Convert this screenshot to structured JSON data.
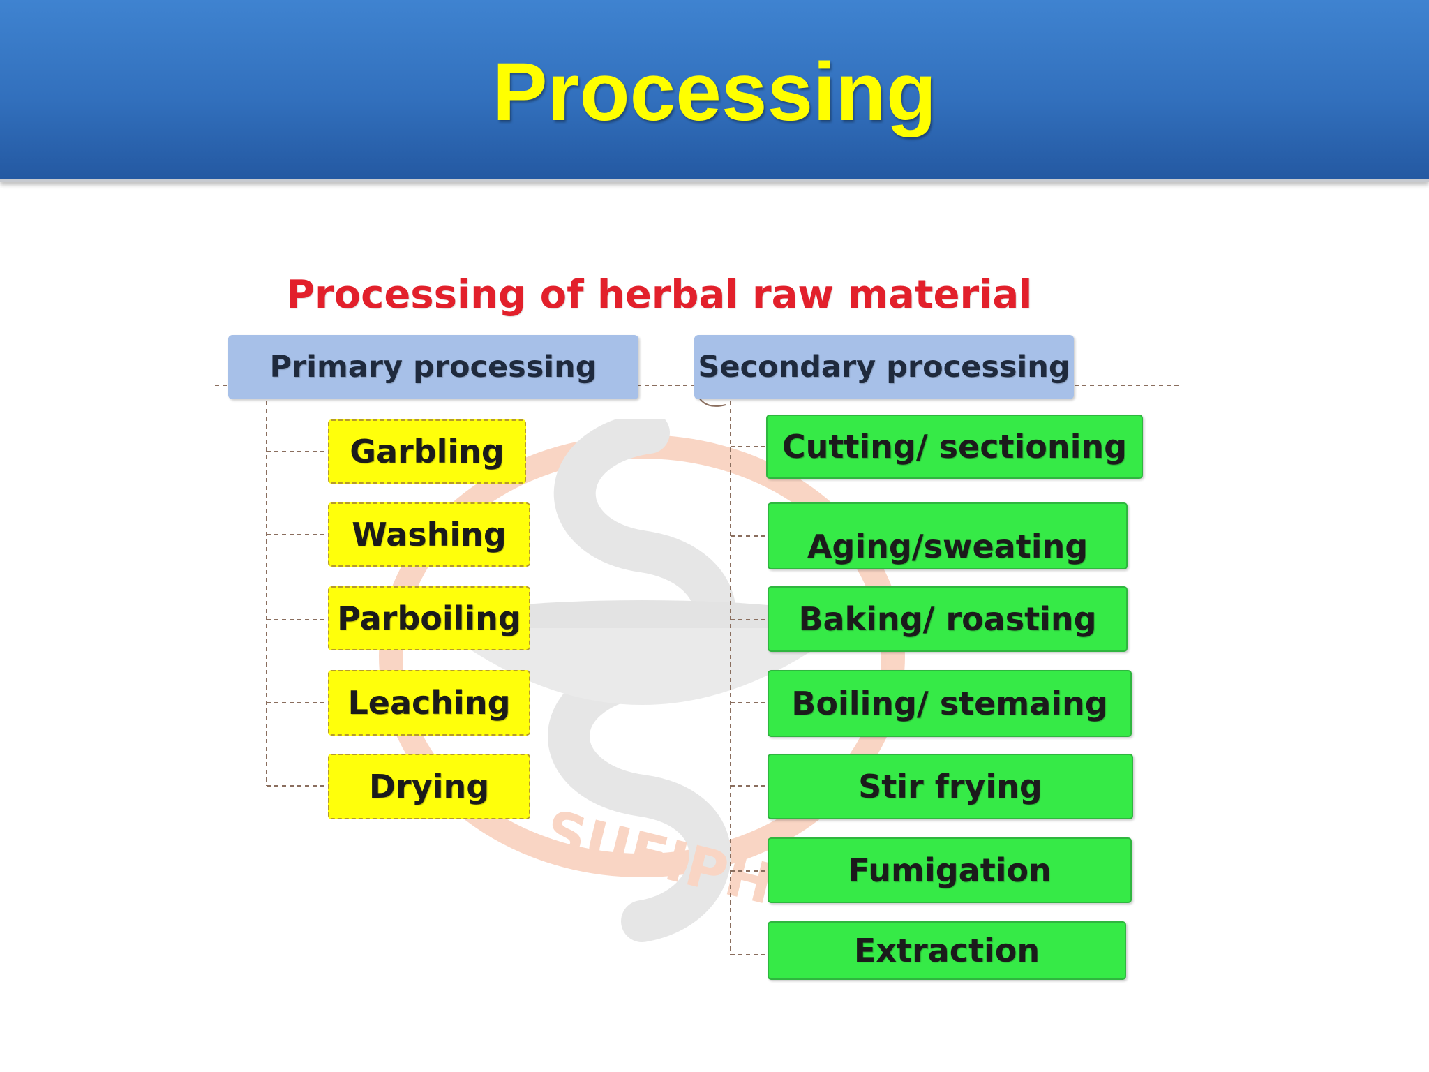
{
  "slide": {
    "title": "Processing"
  },
  "diagram": {
    "title": "Processing of herbal raw material",
    "watermark_text": "SUFIPH",
    "primary": {
      "label": "Primary processing",
      "items": [
        "Garbling",
        "Washing",
        "Parboiling",
        "Leaching",
        "Drying"
      ]
    },
    "secondary": {
      "label": "Secondary processing",
      "items": [
        "Cutting/ sectioning",
        "Aging/sweating",
        "Baking/ roasting",
        "Boiling/ stemaing",
        "Stir frying",
        "Fumigation",
        "Extraction"
      ]
    }
  },
  "colors": {
    "header_bg": "#3270bd",
    "title_text": "#ffff00",
    "diagram_title": "#e2202b",
    "category_box": "#a7c0e8",
    "primary_item": "#ffff0b",
    "secondary_item": "#36ea47"
  }
}
